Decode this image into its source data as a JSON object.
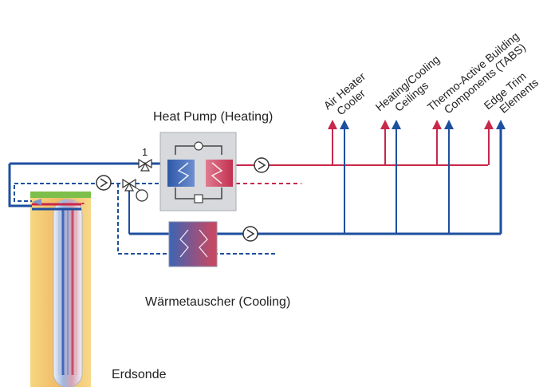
{
  "labels": {
    "heat_pump": "Heat Pump (Heating)",
    "heat_exchanger": "Wärmetauscher (Cooling)",
    "ground_probe": "Erdsonde",
    "valve_number": "1"
  },
  "consumers": [
    {
      "line1": "Air Heater",
      "line2": "Cooler"
    },
    {
      "line1": "Heating/Cooling",
      "line2": "Ceilings"
    },
    {
      "line1": "Thermo-Active Building",
      "line2": "Components (TABS)"
    },
    {
      "line1": "Edge Trim",
      "line2": "Elements"
    }
  ],
  "colors": {
    "supply_blue": "#1e4f9e",
    "return_red": "#c8284a",
    "ground_top": "#7cbf4a",
    "ground_fill": "#f2c46a",
    "unit_gray": "#d7d9dc"
  }
}
